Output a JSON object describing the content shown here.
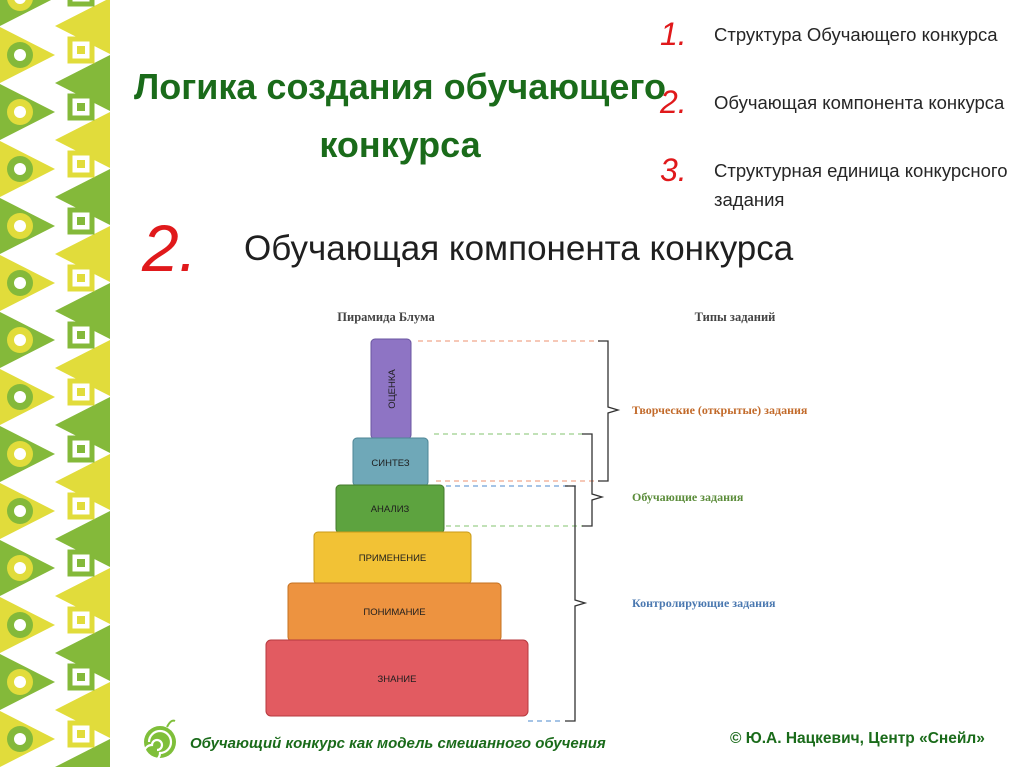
{
  "slide": {
    "title": "Логика создания обучающего конкурса",
    "toc": [
      {
        "num": "1.",
        "text": "Структура Обучающего конкурса"
      },
      {
        "num": "2.",
        "text": "Обучающая компонента конкурса"
      },
      {
        "num": "3.",
        "text": "Структурная единица конкурсного задания"
      }
    ],
    "current_num": "2.",
    "current_title": "Обучающая компонента конкурса"
  },
  "diagram": {
    "pyramid_heading": "Пирамида Блума",
    "types_heading": "Типы заданий",
    "levels": [
      {
        "label": "ОЦЕНКА",
        "color": "#8e74c4"
      },
      {
        "label": "СИНТЕЗ",
        "color": "#6fa8b8"
      },
      {
        "label": "АНАЛИЗ",
        "color": "#5da33f"
      },
      {
        "label": "ПРИМЕНЕНИЕ",
        "color": "#f2c235"
      },
      {
        "label": "ПОНИМАНИЕ",
        "color": "#ed9340"
      },
      {
        "label": "ЗНАНИЕ",
        "color": "#e25b61"
      }
    ],
    "task_types": [
      {
        "label": "Творческие (открытые) задания",
        "color": "#c26a2a",
        "dash_color": "#f0a68c"
      },
      {
        "label": "Обучающие задания",
        "color": "#5b8c3a",
        "dash_color": "#9ccf8c"
      },
      {
        "label": "Контролирующие задания",
        "color": "#4a78b0",
        "dash_color": "#6fa1d8"
      }
    ]
  },
  "footer": {
    "left_text": "Обучающий конкурс как модель смешанного обучения",
    "right_text": "© Ю.А. Нацкевич, Центр «Снейл»"
  },
  "colors": {
    "title_green": "#1a6b1a",
    "accent_red": "#e0191b",
    "pattern_green": "#84b93a",
    "pattern_yellow": "#e1dc3b"
  }
}
